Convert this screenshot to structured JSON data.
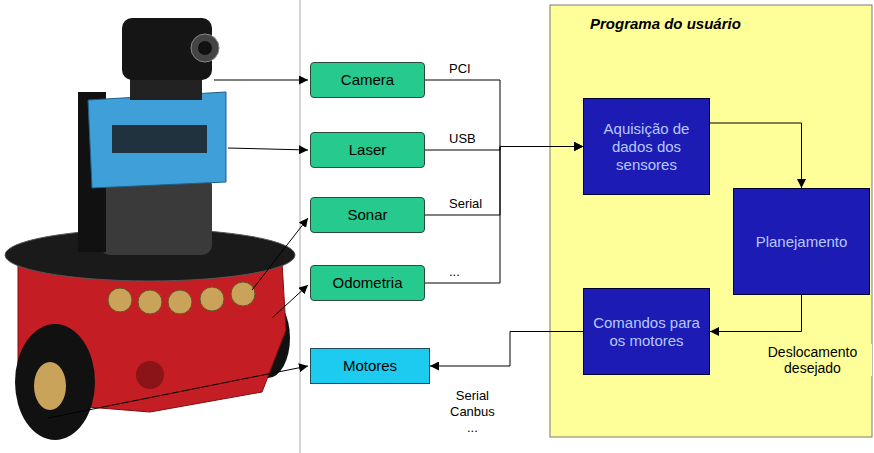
{
  "diagram": {
    "nodes": [
      {
        "text": [
          "Camera"
        ]
      },
      {
        "text": [
          "Laser"
        ]
      },
      {
        "text": [
          "Sonar"
        ]
      },
      {
        "text": [
          "Odometria"
        ]
      },
      {
        "text": [
          "Motores"
        ]
      },
      {
        "text": [
          "Programa do usuário"
        ]
      },
      {
        "text": [
          "Aquisição de dados dos sensores"
        ],
        "in": 5
      },
      {
        "text": [
          "Planejamento"
        ],
        "in": 5
      },
      {
        "text": [
          "Comandos para os motores"
        ],
        "in": 5
      }
    ],
    "edges": [
      {
        "from": 0,
        "to": 6,
        "arrow": "to",
        "label": "PCI"
      },
      {
        "from": 1,
        "to": 6,
        "arrow": "to",
        "label": "USB"
      },
      {
        "from": 2,
        "to": 6,
        "arrow": "to",
        "label": "Serial"
      },
      {
        "from": 3,
        "to": 6,
        "arrow": "to",
        "label": "..."
      },
      {
        "from": 6,
        "to": 7,
        "arrow": "to"
      },
      {
        "from": 7,
        "to": 8,
        "arrow": "to",
        "label": "Deslocamento desejado"
      },
      {
        "from": 8,
        "to": 4,
        "arrow": "to",
        "label": "Serial Canbus ..."
      }
    ]
  }
}
